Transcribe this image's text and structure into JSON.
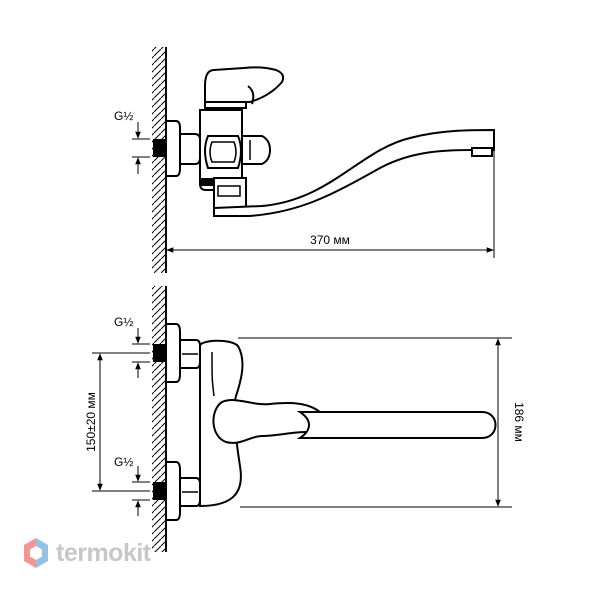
{
  "side_view": {
    "thread_label": "G½",
    "length_label": "370 мм"
  },
  "front_view": {
    "thread_label_top": "G½",
    "thread_label_bottom": "G½",
    "spacing_label": "150±20 мм",
    "height_label": "186 мм"
  },
  "watermark": {
    "text": "termokit",
    "colors": {
      "red": "#e4433a",
      "blue": "#3f8fd0",
      "gray": "#9a9a9a"
    }
  }
}
